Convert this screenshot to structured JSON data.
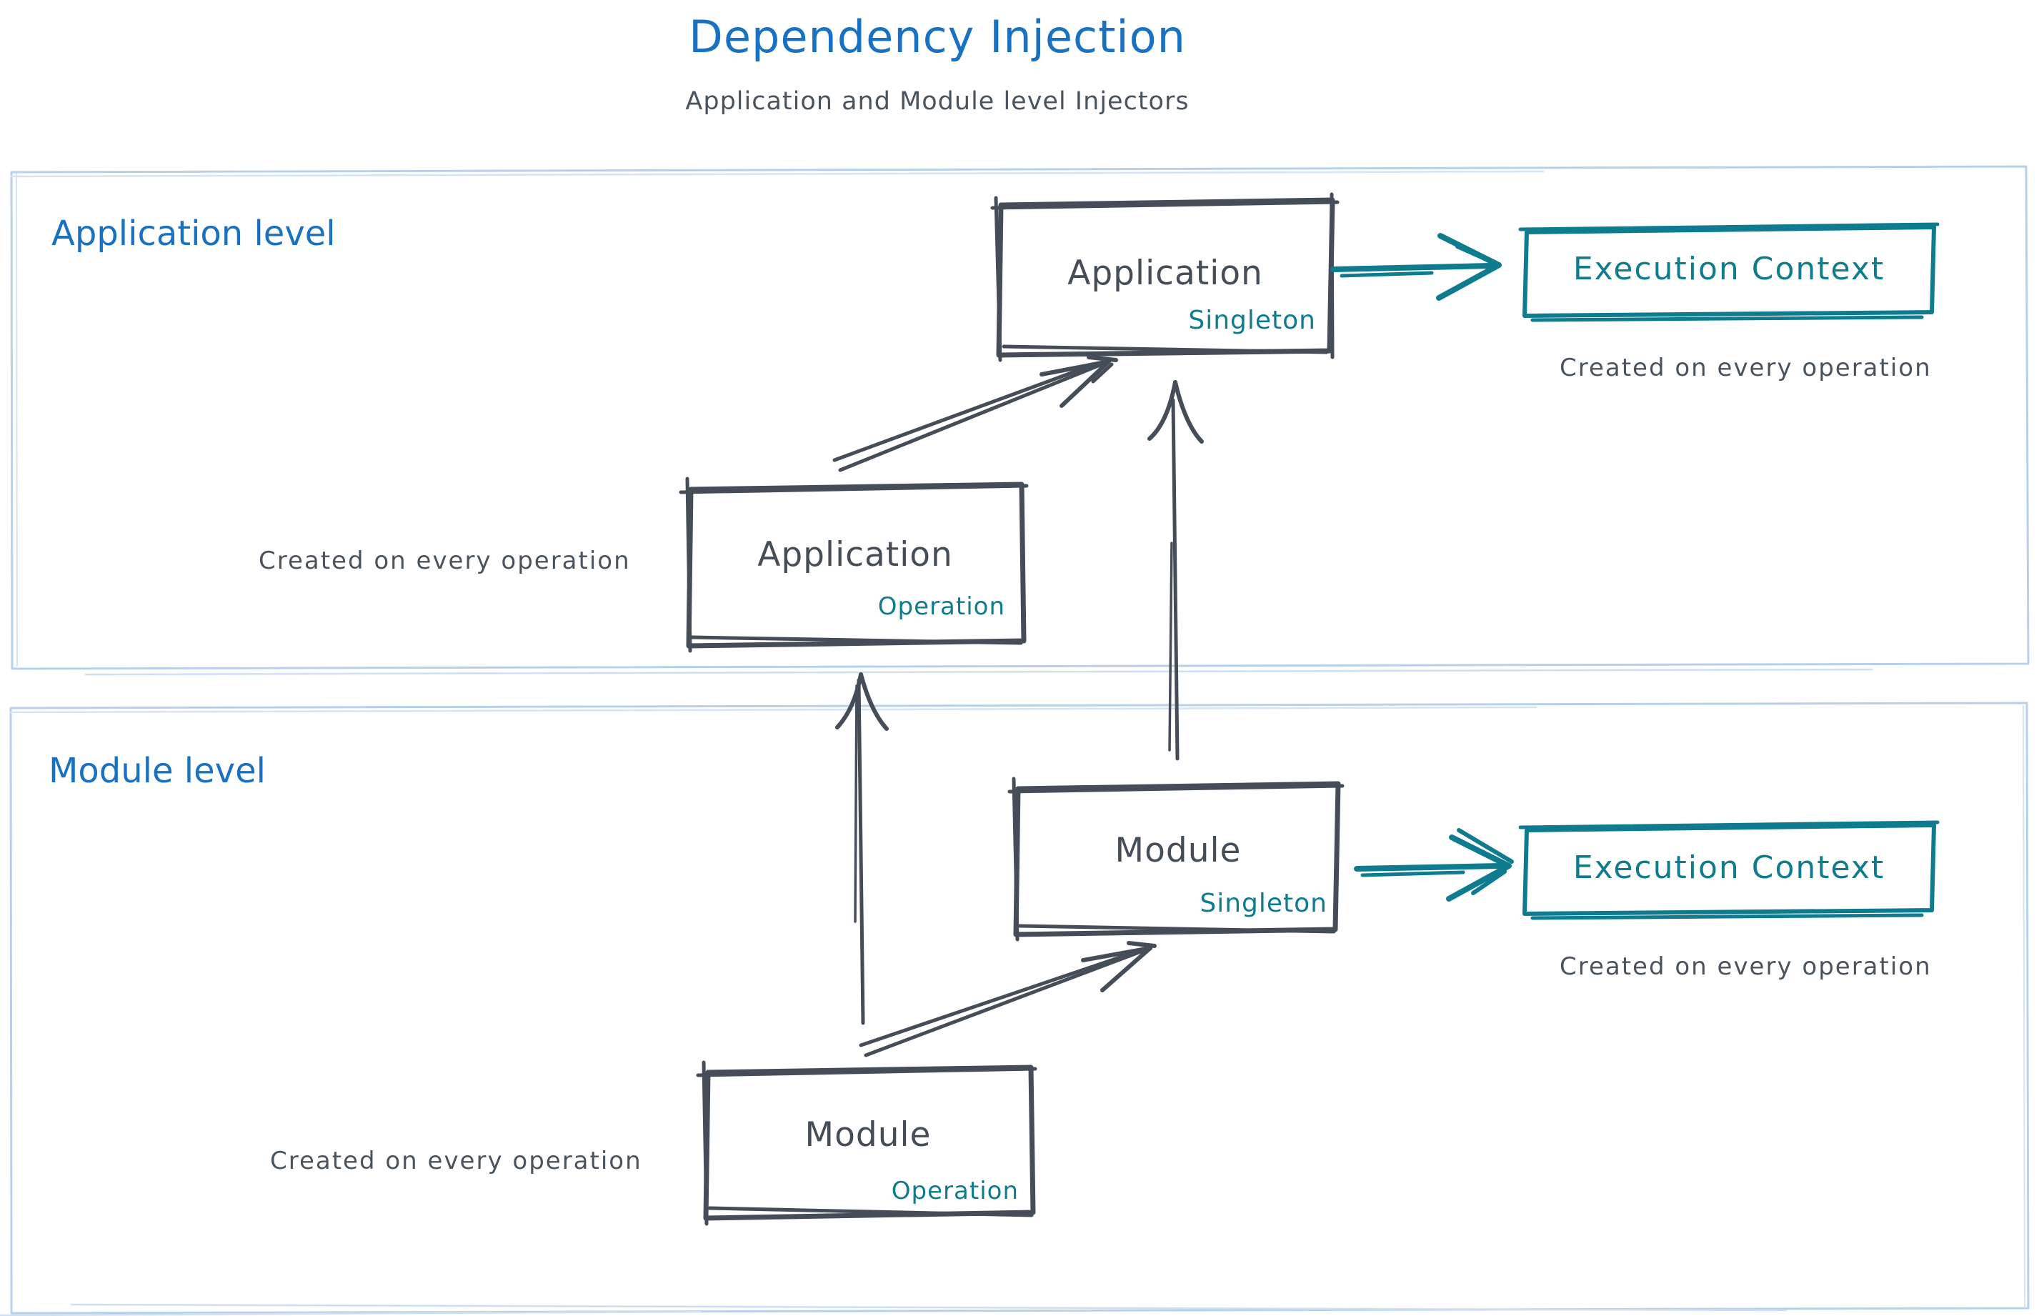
{
  "page": {
    "title": "Dependency Injection",
    "subtitle": "Application and Module level Injectors"
  },
  "colors": {
    "title_blue": "#1971c2",
    "teal": "#0e7c8e",
    "dark_slate": "#454e58",
    "container_border": "#b8d1eb"
  },
  "sections": {
    "application": {
      "label": "Application level",
      "operation_caption": "Created on every operation",
      "nodes": {
        "singleton": {
          "name": "Application",
          "scope": "Singleton"
        },
        "operation": {
          "name": "Application",
          "scope": "Operation"
        },
        "execution_context": {
          "label": "Execution Context",
          "caption": "Created on every operation"
        }
      }
    },
    "module": {
      "label": "Module level",
      "operation_caption": "Created on every operation",
      "nodes": {
        "singleton": {
          "name": "Module",
          "scope": "Singleton"
        },
        "operation": {
          "name": "Module",
          "scope": "Operation"
        },
        "execution_context": {
          "label": "Execution Context",
          "caption": "Created on every operation"
        }
      }
    }
  }
}
